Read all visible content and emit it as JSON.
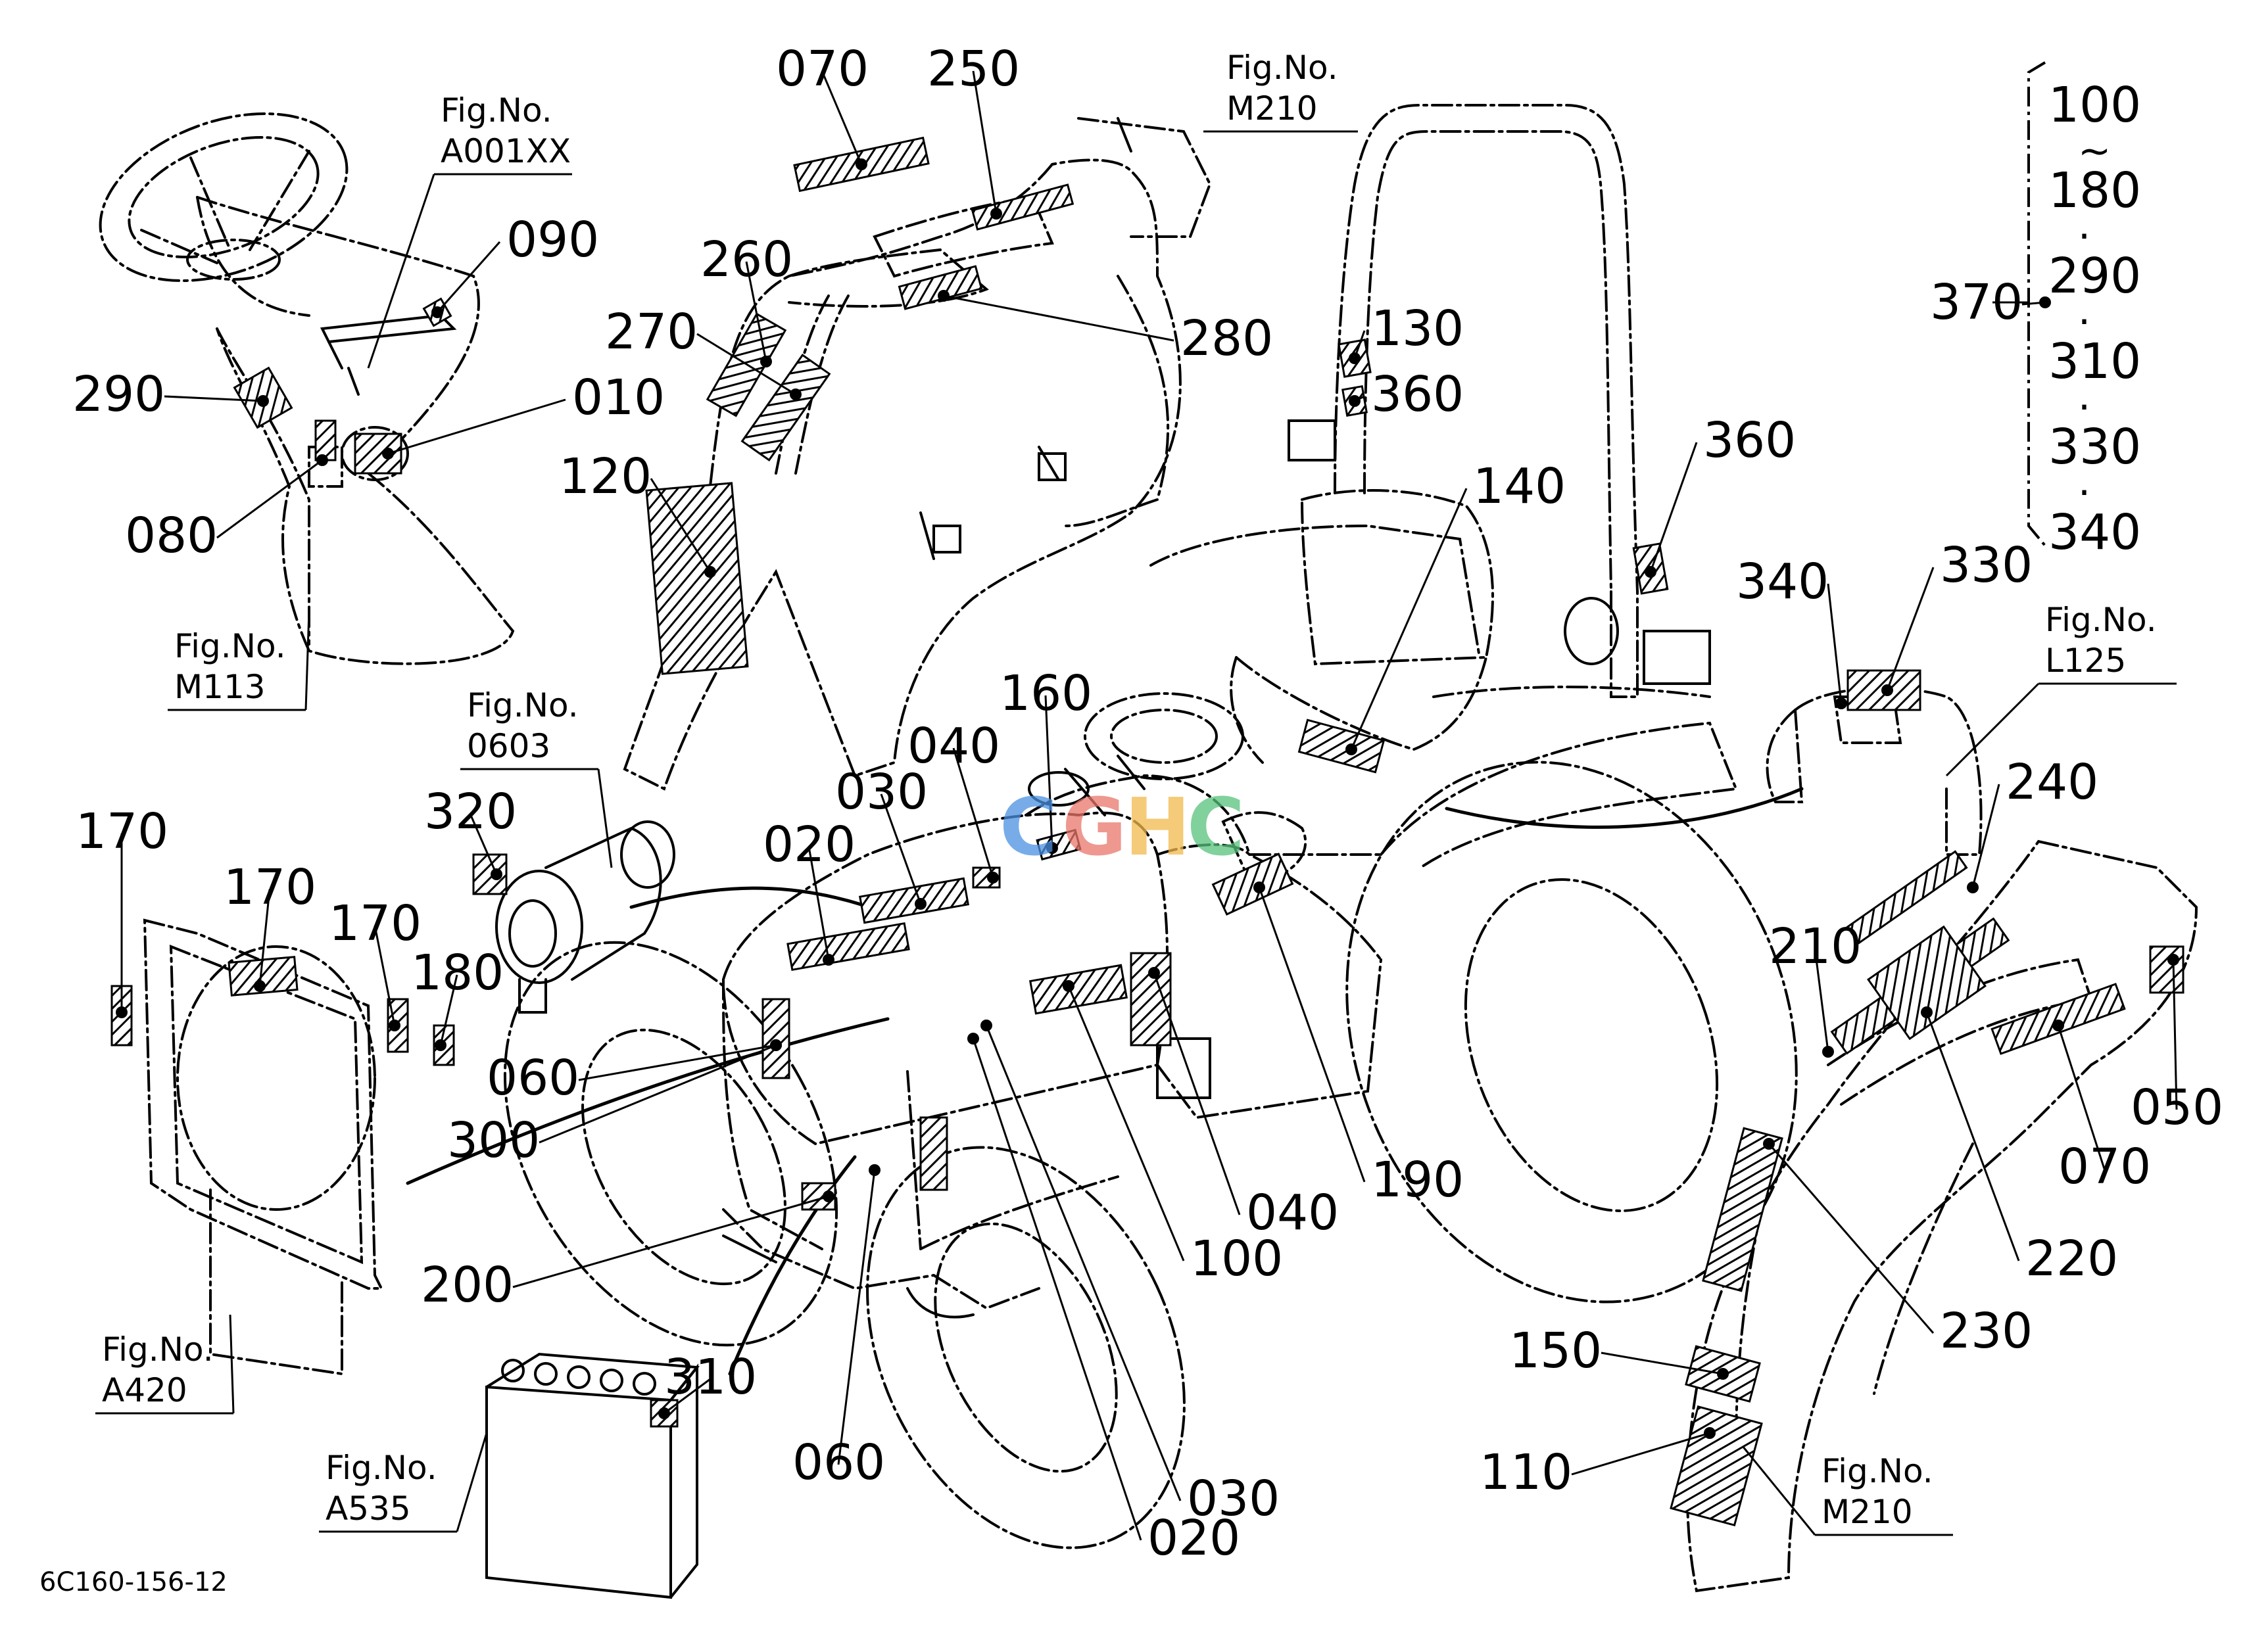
{
  "callouts": [
    {
      "label": "070"
    },
    {
      "label": "250"
    },
    {
      "label": "090"
    },
    {
      "label": "260"
    },
    {
      "label": "270"
    },
    {
      "label": "280"
    },
    {
      "label": "290"
    },
    {
      "label": "010"
    },
    {
      "label": "080"
    },
    {
      "label": "120"
    },
    {
      "label": "130"
    },
    {
      "label": "360"
    },
    {
      "label": "360"
    },
    {
      "label": "140"
    },
    {
      "label": "370"
    },
    {
      "label": "340"
    },
    {
      "label": "330"
    },
    {
      "label": "160"
    },
    {
      "label": "040"
    },
    {
      "label": "030"
    },
    {
      "label": "020"
    },
    {
      "label": "320"
    },
    {
      "label": "170"
    },
    {
      "label": "170"
    },
    {
      "label": "170"
    },
    {
      "label": "180"
    },
    {
      "label": "060"
    },
    {
      "label": "300"
    },
    {
      "label": "240"
    },
    {
      "label": "210"
    },
    {
      "label": "050"
    },
    {
      "label": "070"
    },
    {
      "label": "190"
    },
    {
      "label": "040"
    },
    {
      "label": "100"
    },
    {
      "label": "220"
    },
    {
      "label": "230"
    },
    {
      "label": "200"
    },
    {
      "label": "310"
    },
    {
      "label": "060"
    },
    {
      "label": "030"
    },
    {
      "label": "020"
    },
    {
      "label": "150"
    },
    {
      "label": "110"
    }
  ],
  "figure_refs": [
    {
      "line1": "Fig.No.",
      "line2": "A001XX"
    },
    {
      "line1": "Fig.No.",
      "line2": "M210"
    },
    {
      "line1": "Fig.No.",
      "line2": "M113"
    },
    {
      "line1": "Fig.No.",
      "line2": "0603"
    },
    {
      "line1": "Fig.No.",
      "line2": "L125"
    },
    {
      "line1": "Fig.No.",
      "line2": "A420"
    },
    {
      "line1": "Fig.No.",
      "line2": "A535"
    },
    {
      "line1": "Fig.No.",
      "line2": "M210"
    }
  ],
  "range_list": [
    "100",
    "~",
    "180",
    "·",
    "290",
    "·",
    "310",
    "·",
    "330",
    "·",
    "340"
  ],
  "document_code": "6C160-156-12",
  "watermark": {
    "text": "CGHC",
    "letter_colors": [
      "#4a90e2",
      "#e8756b",
      "#f2b84b",
      "#57c17b"
    ]
  }
}
